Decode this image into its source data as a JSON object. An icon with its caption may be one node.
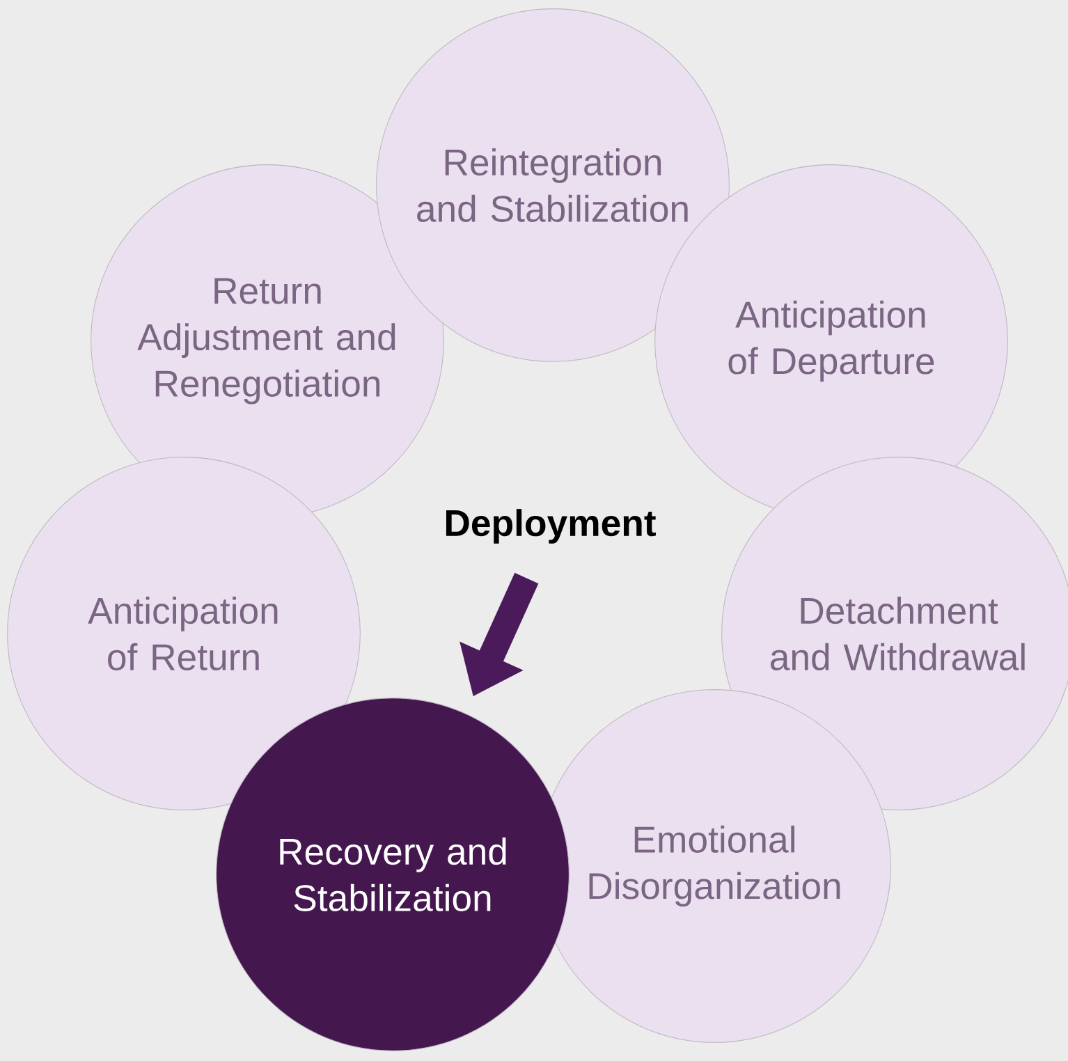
{
  "diagram": {
    "nodes": [
      {
        "text": [
          "Reintegration and Stabilization"
        ]
      },
      {
        "text": [
          "Anticipation of Departure"
        ]
      },
      {
        "text": [
          "Detachment and Withdrawal"
        ]
      },
      {
        "text": [
          "Emotional Disorganization"
        ]
      },
      {
        "text": [
          "Recovery and Stabilization"
        ]
      },
      {
        "text": [
          "Anticipation of Return"
        ]
      },
      {
        "text": [
          "Return Adjustment and Renegotiation"
        ]
      },
      {
        "text": [
          "Deployment"
        ]
      }
    ],
    "edges": [
      {
        "from": 7,
        "to": 4,
        "arrow": "to"
      }
    ]
  }
}
